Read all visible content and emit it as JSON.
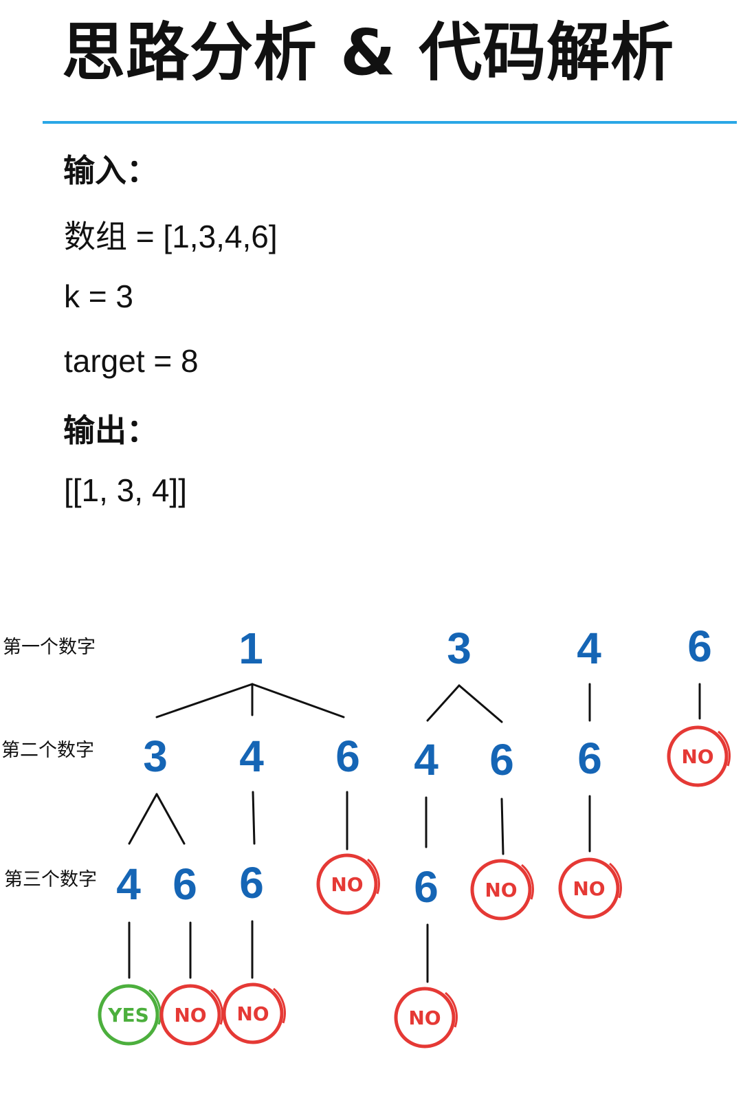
{
  "title": "思路分析 & 代码解析",
  "input": {
    "label": "输入：",
    "lines": [
      "数组 = [1,3,4,6]",
      "k = 3",
      "target = 8"
    ]
  },
  "output": {
    "label": "输出：",
    "value": "[[1, 3, 4]]"
  },
  "colors": {
    "accent_rule": "#2aa7e6",
    "node_number": "#1565b5",
    "no_badge": "#e53935",
    "yes_badge": "#4caf3d"
  },
  "tree": {
    "level_labels": [
      "第一个数字",
      "第二个数字",
      "第三个数字"
    ],
    "nodes": [
      {
        "id": "l1-1",
        "label": "1"
      },
      {
        "id": "l1-3",
        "label": "3"
      },
      {
        "id": "l1-4",
        "label": "4"
      },
      {
        "id": "l1-6",
        "label": "6"
      },
      {
        "id": "l2-1-3",
        "label": "3"
      },
      {
        "id": "l2-1-4",
        "label": "4"
      },
      {
        "id": "l2-1-6",
        "label": "6"
      },
      {
        "id": "l2-3-4",
        "label": "4"
      },
      {
        "id": "l2-3-6",
        "label": "6"
      },
      {
        "id": "l2-4-6",
        "label": "6"
      },
      {
        "id": "l3-13-4",
        "label": "4"
      },
      {
        "id": "l3-13-6",
        "label": "6"
      },
      {
        "id": "l3-14-6",
        "label": "6"
      },
      {
        "id": "l3-34-6",
        "label": "6"
      }
    ],
    "badges": [
      {
        "id": "b-6",
        "text": "NO",
        "result": "no"
      },
      {
        "id": "b-16",
        "text": "NO",
        "result": "no"
      },
      {
        "id": "b-36",
        "text": "NO",
        "result": "no"
      },
      {
        "id": "b-46",
        "text": "NO",
        "result": "no"
      },
      {
        "id": "b-134",
        "text": "YES",
        "result": "yes"
      },
      {
        "id": "b-136",
        "text": "NO",
        "result": "no"
      },
      {
        "id": "b-146",
        "text": "NO",
        "result": "no"
      },
      {
        "id": "b-346",
        "text": "NO",
        "result": "no"
      }
    ]
  }
}
